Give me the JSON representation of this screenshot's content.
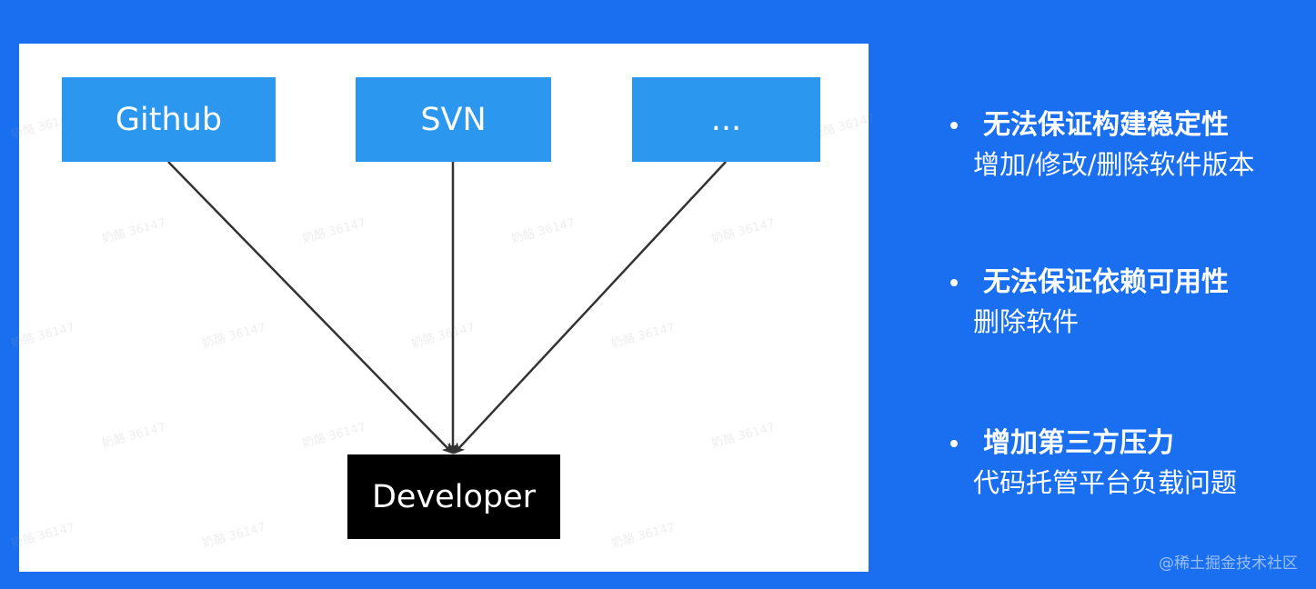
{
  "diagram": {
    "sources": [
      {
        "label": "Github"
      },
      {
        "label": "SVN"
      },
      {
        "label": "..."
      }
    ],
    "target": {
      "label": "Developer"
    },
    "watermark_text": "奶酪 36147"
  },
  "notes": [
    {
      "title": "无法保证构建稳定性",
      "detail": "增加/修改/删除软件版本"
    },
    {
      "title": "无法保证依赖可用性",
      "detail": "删除软件"
    },
    {
      "title": "增加第三方压力",
      "detail": "代码托管平台负载问题"
    }
  ],
  "footer": {
    "watermark": "@稀土掘金技术社区"
  },
  "colors": {
    "background": "#1a6ff0",
    "source_box": "#2b97ef",
    "target_box": "#000000",
    "arrow": "#333333"
  }
}
